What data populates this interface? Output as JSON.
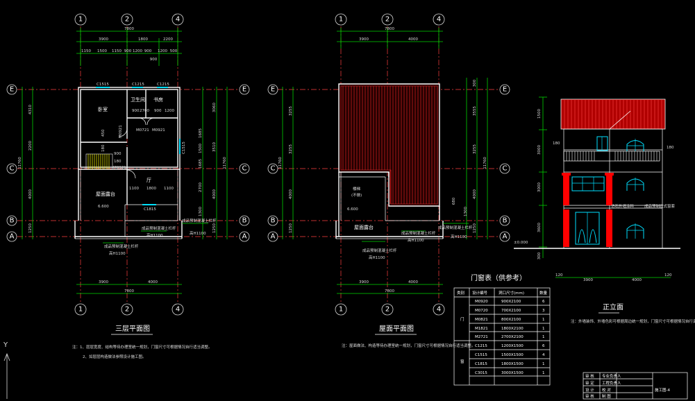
{
  "floor3": {
    "title": "三层平面图",
    "axes_top": [
      "1",
      "2",
      "4"
    ],
    "axes_side": [
      "E",
      "C",
      "B",
      "A"
    ],
    "top_total": "7800",
    "top_segs": [
      "3900",
      "1800",
      "2200"
    ],
    "top_sub": [
      "1150",
      "1500",
      "1150",
      "900",
      "1200",
      "900",
      "1200",
      "500"
    ],
    "top_extra": "900",
    "bottom_total": "7800",
    "bottom_segs": [
      "3900",
      "4000"
    ],
    "left_total": "11760",
    "left_segs": [
      "4310",
      "2200",
      "4000",
      "1250"
    ],
    "right_total": "11760",
    "right_segs": [
      "3060",
      "3510",
      "4000",
      "1250"
    ],
    "right_inner": [
      "1685",
      "1500",
      "1685",
      "2700",
      "1300"
    ],
    "rooms": [
      "卧室",
      "卫生间",
      "书房",
      "厅",
      "屋面露台"
    ],
    "codes": [
      "C1515",
      "C1215",
      "C1215",
      "M0721",
      "M0921",
      "M0921",
      "C1515",
      "C1815",
      "M0921"
    ],
    "inner_dims": [
      "900",
      "2700",
      "900",
      "1200",
      "1100",
      "1800",
      "1100",
      "900",
      "180",
      "450",
      "180"
    ],
    "level": "6.600",
    "callouts": [
      "成品预制混凝土栏杆",
      "成品预制混凝土栏杆",
      "成品预制混凝土栏杆"
    ],
    "callout_h": [
      "高H1100",
      "高H1100",
      "高H1100"
    ],
    "notes": [
      "注：1、层层宽度、结构等待办理室统一规划，门窗尺寸可根据情况自行适当调整。",
      "2、如层层构造做法参照设计施工图。"
    ]
  },
  "roof": {
    "title": "屋面平面图",
    "axes_top": [
      "1",
      "2",
      "4"
    ],
    "axes_side": [
      "E",
      "C",
      "B",
      "A"
    ],
    "top_total": "7800",
    "top_segs": [
      "3900",
      "4000"
    ],
    "bottom_total": "7800",
    "bottom_segs": [
      "3900",
      "4000"
    ],
    "left_total": "11760",
    "left_segs": [
      "3255",
      "3255",
      "4000",
      "1250"
    ],
    "right_total": "11760",
    "right_segs": [
      "300",
      "3555",
      "3255",
      "4000",
      "1250"
    ],
    "right_inner": [
      "680",
      "1300"
    ],
    "label_stair": "楼梯",
    "label_stair2": "(不做)",
    "level": "6.600",
    "terrace": "屋面露台",
    "callouts": [
      "成品预制混凝土栏杆",
      "成品预制混凝土栏杆",
      "成品预制混凝土栏杆"
    ],
    "callout_h": [
      "高H1100",
      "高H1100",
      "高H1100"
    ],
    "note": "注：屋面做法、构造等待办理室统一规划，门窗尺寸可根据情况自行适当调整。"
  },
  "elevation": {
    "title": "正立面",
    "heights": [
      "1500",
      "3000",
      "3000",
      "3600",
      "300"
    ],
    "side_marks": [
      "180",
      "180"
    ],
    "level_base": "±0.000",
    "bottom_segs": [
      "120",
      "3900",
      "4000",
      "120"
    ],
    "labels": [
      "仿石外墙涂料",
      "成品预制欧式窗套"
    ],
    "note": "注：外墙装饰、外墙色彩可根据周边统一规划，门窗尺寸可根据情况自行调整。"
  },
  "door_table": {
    "title": "门窗表（供参考）",
    "headers": [
      "类别",
      "设计编号",
      "洞口尺寸(mm)",
      "数量"
    ],
    "group_door": "门",
    "group_window": "窗",
    "rows": [
      [
        "M0920",
        "900X2100",
        "6"
      ],
      [
        "M0720",
        "700X2100",
        "3"
      ],
      [
        "M0821",
        "800X2100",
        "1"
      ],
      [
        "M1821",
        "1800X2100",
        "1"
      ],
      [
        "M2721",
        "2700X2100",
        "1"
      ],
      [
        "C1215",
        "1200X1500",
        "6"
      ],
      [
        "C1515",
        "1500X1500",
        "4"
      ],
      [
        "C1815",
        "1800X1500",
        "1"
      ],
      [
        "C3015",
        "3000X1500",
        "1"
      ]
    ]
  },
  "title_block": {
    "rows": [
      [
        "审 核",
        "专业负责人"
      ],
      [
        "审 定",
        "工程负责人"
      ],
      [
        "设 计",
        "校 对"
      ],
      [
        "审 核",
        "制 图"
      ]
    ],
    "sheet": "施工图-4"
  },
  "ucs": "Y"
}
